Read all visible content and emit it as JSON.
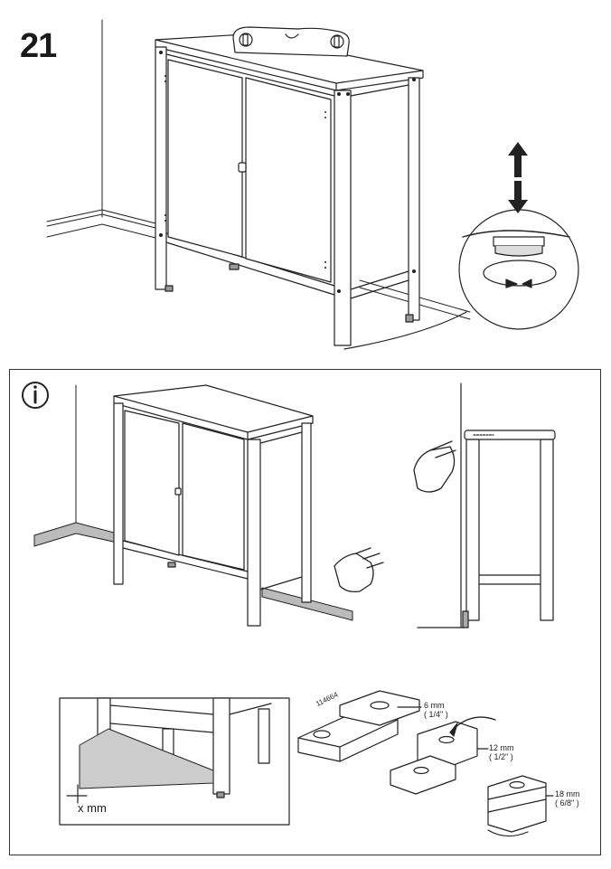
{
  "step": {
    "number": "21"
  },
  "info_icon": "info-icon",
  "part_number": "114664",
  "shim_labels": [
    {
      "mm": "6 mm",
      "inch": "( 1/4\" )"
    },
    {
      "mm": "12 mm",
      "inch": "( 1/2\"  )"
    },
    {
      "mm": "18 mm",
      "inch": "( 6/8\" )"
    }
  ],
  "gap_label": "x mm"
}
